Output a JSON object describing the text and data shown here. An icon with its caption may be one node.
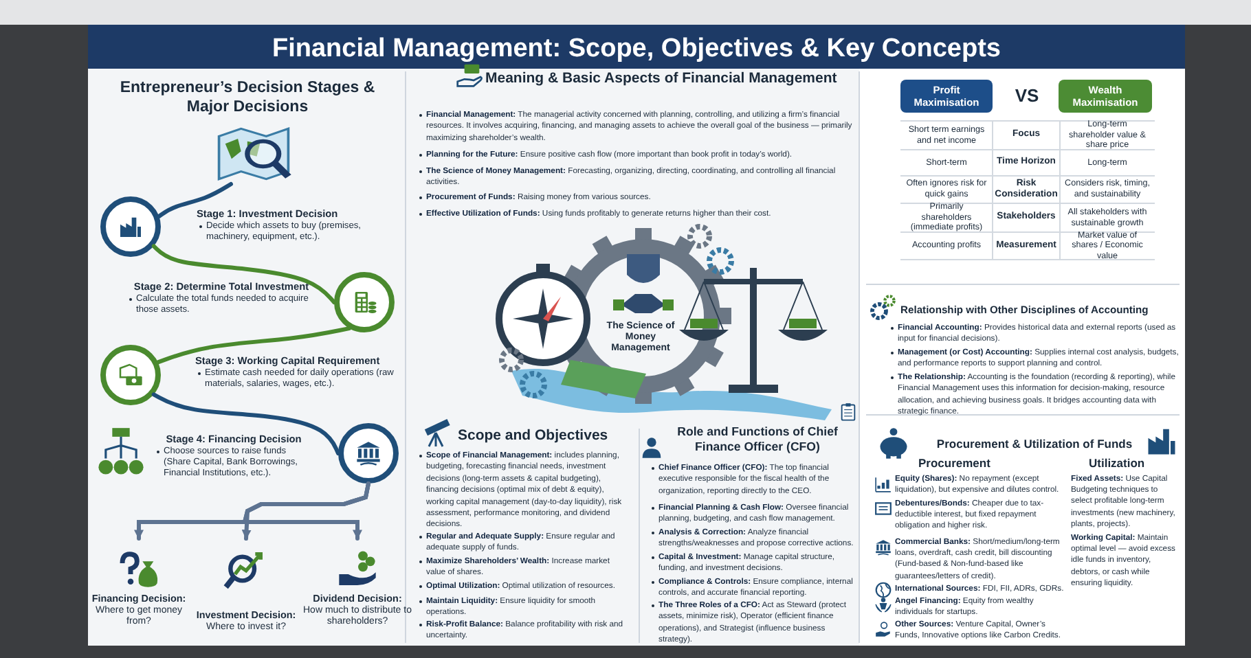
{
  "diagram": {
    "title": "Financial Management: Scope, Objectives & Key Concepts",
    "nodes": [
      {
        "text": [],
        "shape": "picture"
      },
      {
        "text": [],
        "shape": "circle",
        "beside": [
          "Stage 1: Investment Decision",
          "Decide which assets to buy (premises, machinery, equipment, etc.)."
        ]
      },
      {
        "text": [],
        "shape": "circle",
        "beside": [
          "Stage 2: Determine Total Investment",
          "Calculate the total funds needed to acquire those assets."
        ]
      },
      {
        "text": [],
        "shape": "circle",
        "beside": [
          "Stage 3: Working Capital Requirement",
          "Estimate cash needed for daily operations (raw materials, salaries, wages, etc.)."
        ]
      },
      {
        "text": [],
        "shape": "circle",
        "beside": [
          "Stage 4: Financing Decision",
          "Choose sources to raise funds (Share Capital, Bank Borrowings, Financial Institutions, etc.)."
        ]
      },
      {
        "text": [
          "Financing Decision:",
          "Where to get money from?"
        ]
      },
      {
        "text": [
          "Investment Decision:",
          "Where to invest it?"
        ]
      },
      {
        "text": [
          "Dividend Decision:",
          "How much to distribute to shareholders?"
        ]
      },
      {
        "text": [
          "Profit Maximisation"
        ]
      },
      {
        "text": [
          "Wealth Maximisation"
        ]
      }
    ],
    "edges": [
      {
        "from": 0,
        "to": 1,
        "arrow": "none",
        "color": "#1f4e79"
      },
      {
        "from": 1,
        "to": 2,
        "arrow": "none",
        "color": "#4a8a2e"
      },
      {
        "from": 2,
        "to": 3,
        "arrow": "none",
        "color": "#4a8a2e"
      },
      {
        "from": 3,
        "to": 4,
        "arrow": "none",
        "color": "#1f4e79"
      },
      {
        "from": 4,
        "to": 5,
        "arrow": "to"
      },
      {
        "from": 4,
        "to": 6,
        "arrow": "to"
      },
      {
        "from": 4,
        "to": 7,
        "arrow": "to"
      }
    ],
    "labels": [
      "Entrepreneur’s Decision Stages & Major Decisions",
      "Meaning & Basic Aspects of Financial Management",
      "**Financial Management:** The managerial activity concerned with planning, controlling, and utilizing a firm’s financial resources. It involves acquiring, financing, and managing assets to achieve the overall goal of the business — primarily maximizing shareholder’s wealth.",
      "**Planning for the Future:** Ensure positive cash flow (more important than book profit in today’s world).",
      "**The Science of Money Management:** Forecasting, organizing, directing, coordinating, and controlling all financial activities.",
      "**Procurement of Funds:** Raising money from various sources.",
      "**Effective Utilization of Funds:** Using funds profitably to generate returns higher than their cost.",
      "The Science of Money Management",
      "Scope and Objectives",
      "**Scope of Financial Management:** includes planning, budgeting, forecasting financial needs, investment decisions (long-term assets & capital budgeting), financing decisions (optimal mix of debt & equity), working capital management (day-to-day liquidity), risk assessment, performance monitoring, and dividend decisions.",
      "**Regular and Adequate Supply:** Ensure regular and adequate supply of funds.",
      "**Maximize Shareholders’ Wealth:** Increase market value of shares.",
      "**Optimal Utilization:** Optimal utilization of resources.",
      "**Maintain Liquidity:** Ensure liquidity for smooth operations.",
      "**Risk-Profit Balance:** Balance profitability with risk and uncertainty.",
      "Role and Functions of Chief Finance Officer (CFO)",
      "**Chief Finance Officer (CFO):** The top financial executive responsible for the fiscal health of the organization, reporting directly to the CEO.",
      "**Financial Planning & Cash Flow:** Oversee financial planning, budgeting, and cash flow management.",
      "**Analysis & Correction:** Analyze financial strengths/weaknesses and propose corrective actions.",
      "**Capital & Investment:** Manage capital structure, funding, and investment decisions.",
      "**Compliance & Controls:** Ensure compliance, internal controls, and accurate financial reporting.",
      "**The Three Roles of a CFO:** Act as Steward (protect assets, minimize risk), Operator (efficient finance operations), and Strategist (influence business strategy).",
      "VS",
      "Short term earnings and net income",
      "Focus",
      "Long-term shareholder value & share price",
      "Short-term",
      "Time Horizon",
      "Long-term",
      "Often ignores risk for quick gains",
      "Risk Consideration",
      "Considers risk, timing, and sustainability",
      "Primarily shareholders (immediate profits)",
      "Stakeholders",
      "All stakeholders with sustainable growth",
      "Accounting profits",
      "Measurement",
      "Market value of shares / Economic value",
      "Relationship with Other Disciplines of Accounting",
      "**Financial Accounting:** Provides historical data and external reports (used as input for financial decisions).",
      "**Management (or Cost) Accounting:** Supplies internal cost analysis, budgets, and performance reports to support planning and control.",
      "**The Relationship:** Accounting is the foundation (recording & reporting), while Financial Management uses this information for decision-making, resource allocation, and achieving business goals. It bridges accounting data with strategic finance.",
      "Procurement & Utilization of Funds",
      "Procurement",
      "Utilization",
      "**Equity (Shares):** No repayment (except liquidation), but expensive and dilutes control.",
      "**Debentures/Bonds:** Cheaper due to tax-deductible interest, but fixed repayment obligation and higher risk.",
      "**Commercial Banks:** Short/medium/long-term loans, overdraft, cash credit, bill discounting (Fund-based & Non-fund-based like guarantees/letters of credit).",
      "**International Sources:** FDI, FII, ADRs, GDRs.",
      "**Angel Financing:** Equity from wealthy individuals for startups.",
      "**Other Sources:** Venture Capital, Owner’s Funds, Innovative options like Carbon Credits.",
      "**Fixed Assets:** Use Capital Budgeting techniques to select profitable long-term investments (new machinery, plants, projects).",
      "**Working Capital:** Maintain optimal level — avoid excess idle funds in inventory, debtors, or cash while ensuring liquidity."
    ]
  }
}
